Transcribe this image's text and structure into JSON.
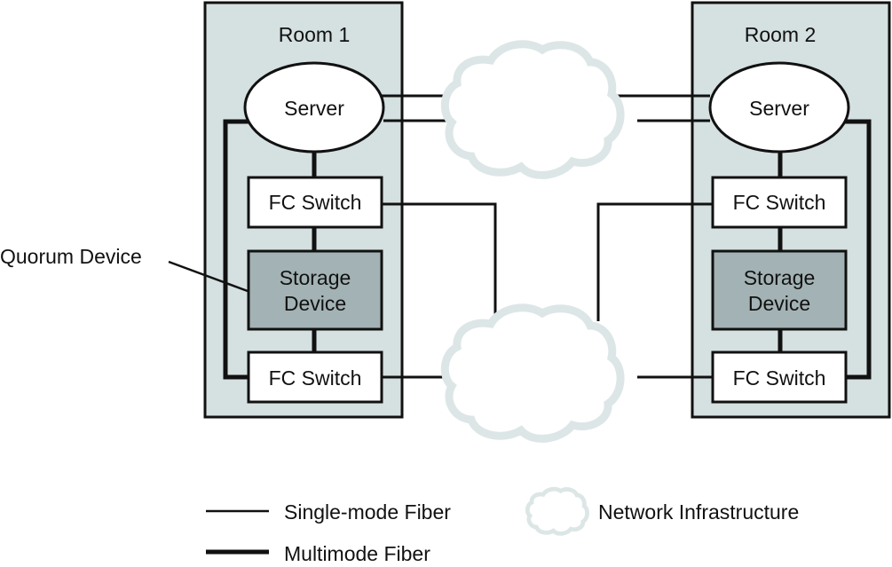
{
  "title": "Campus cluster with two rooms and network infrastructure",
  "colors": {
    "room_fill": "#d5e0e0",
    "storage_fill": "#a3b2b4",
    "cloud_stroke": "#dde6e6",
    "line": "#111111"
  },
  "rooms": [
    {
      "label": "Room 1",
      "server": "Server",
      "fc_switch_top": "FC Switch",
      "storage": [
        "Storage",
        "Device"
      ],
      "fc_switch_bottom": "FC Switch"
    },
    {
      "label": "Room 2",
      "server": "Server",
      "fc_switch_top": "FC Switch",
      "storage": [
        "Storage",
        "Device"
      ],
      "fc_switch_bottom": "FC Switch"
    }
  ],
  "callout": {
    "label": "Quorum Device"
  },
  "legend": {
    "single_mode": "Single-mode Fiber",
    "multimode": "Multimode Fiber",
    "network": "Network Infrastructure"
  }
}
